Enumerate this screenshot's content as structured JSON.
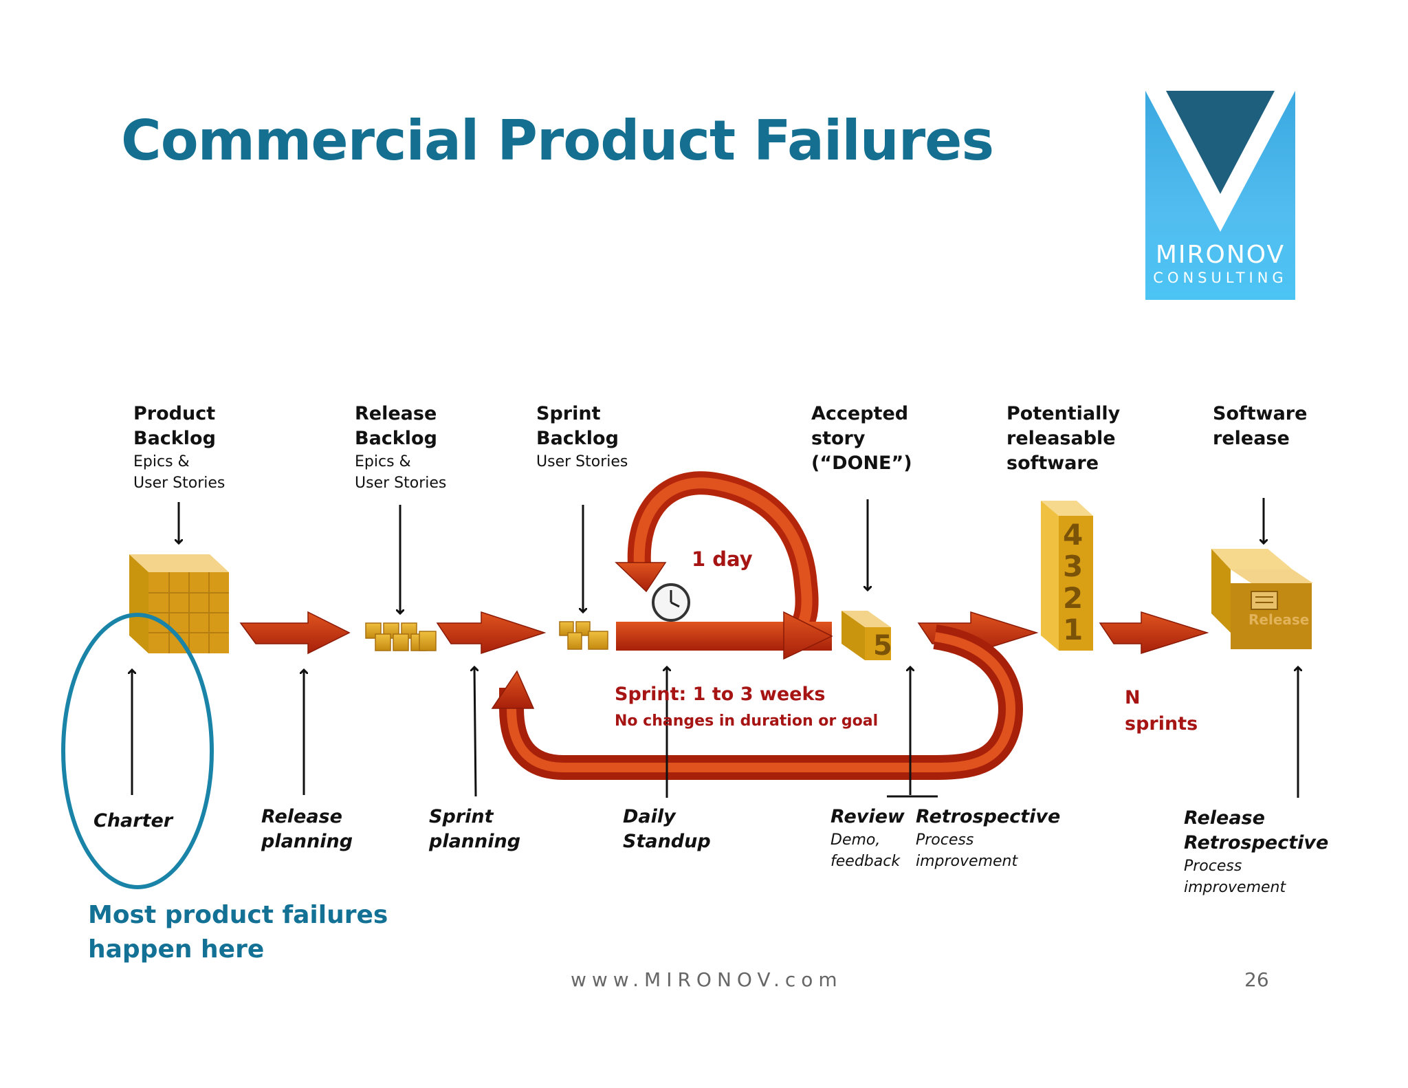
{
  "title": "Commercial Product Failures",
  "logo": {
    "name": "MIRONOV",
    "sub": "CONSULTING"
  },
  "artifacts": [
    {
      "heading": [
        "Product",
        "Backlog"
      ],
      "sub": [
        "Epics &",
        "User Stories"
      ]
    },
    {
      "heading": [
        "Release",
        "Backlog"
      ],
      "sub": [
        "Epics &",
        "User Stories"
      ]
    },
    {
      "heading": [
        "Sprint",
        "Backlog"
      ],
      "sub": [
        "User Stories"
      ]
    },
    {
      "heading": [
        "Accepted",
        "story",
        "(“DONE”)"
      ],
      "sub": []
    },
    {
      "heading": [
        "Potentially",
        "releasable",
        "software"
      ],
      "sub": []
    },
    {
      "heading": [
        "Software",
        "release"
      ],
      "sub": []
    }
  ],
  "events": [
    {
      "heading": [
        "Charter"
      ],
      "sub": []
    },
    {
      "heading": [
        "Release",
        "planning"
      ],
      "sub": []
    },
    {
      "heading": [
        "Sprint",
        "planning"
      ],
      "sub": []
    },
    {
      "heading": [
        "Daily",
        "Standup"
      ],
      "sub": []
    },
    {
      "heading": [
        "Review"
      ],
      "sub": [
        "Demo,",
        "feedback"
      ]
    },
    {
      "heading": [
        "Retrospective"
      ],
      "sub": [
        "Process",
        "improvement"
      ]
    },
    {
      "heading": [
        "Release",
        "Retrospective"
      ],
      "sub": [
        "Process",
        "improvement"
      ]
    }
  ],
  "cycle": {
    "daily": "1 day",
    "sprint_title": "Sprint: 1 to 3 weeks",
    "sprint_sub": "No changes in duration or goal",
    "n_sprints": [
      "N",
      "sprints"
    ]
  },
  "story_box_number": "5",
  "release_stack": [
    "4",
    "3",
    "2",
    "1"
  ],
  "release_box_label": "Release",
  "note": [
    "Most product failures",
    "happen here"
  ],
  "footer": {
    "url": "www.MIRONOV.com",
    "page": "26"
  },
  "colors": {
    "title": "#146f90",
    "arrow": "#c93a10",
    "gold": "#d9a016",
    "circle": "#1a84a8",
    "red_text": "#a61414"
  }
}
